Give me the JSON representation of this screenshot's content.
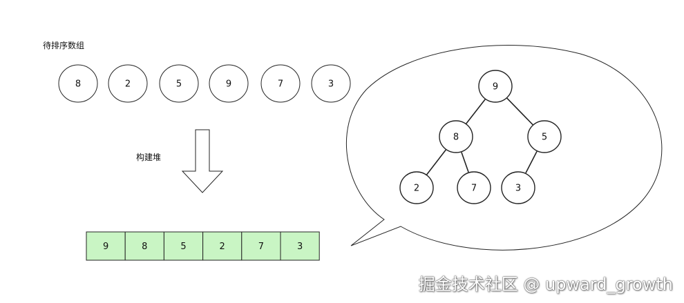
{
  "input_label": "待排序数组",
  "input_array": [
    "8",
    "2",
    "5",
    "9",
    "7",
    "3"
  ],
  "build_label": "构建堆",
  "heap_array": [
    "9",
    "8",
    "5",
    "2",
    "7",
    "3"
  ],
  "heap_tree": {
    "nodes": [
      "9",
      "8",
      "5",
      "2",
      "7",
      "3"
    ],
    "edges": [
      [
        0,
        1
      ],
      [
        0,
        2
      ],
      [
        1,
        3
      ],
      [
        1,
        4
      ],
      [
        2,
        5
      ]
    ]
  },
  "colors": {
    "heap_cell_fill": "#c9f5c4",
    "stroke": "#222222"
  },
  "watermark": "掘金技术社区 @ upward_growth"
}
